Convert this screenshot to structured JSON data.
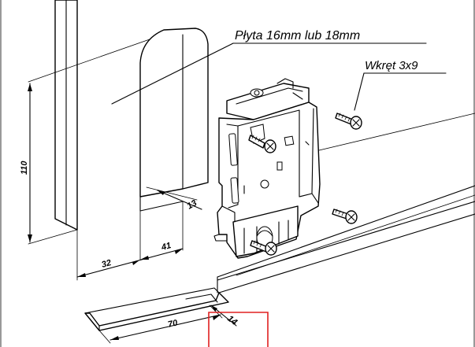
{
  "labels": {
    "panel": "Płyta 16mm lub 18mm",
    "screw": "Wkręt 3x9"
  },
  "dimensions": {
    "height": "110",
    "width_left": "32",
    "width_right": "41",
    "depth": "13",
    "rail_length": "70",
    "rail_depth": "14"
  },
  "colors": {
    "line": "#000000",
    "highlight_box": "#e02020",
    "background": "#ffffff"
  }
}
